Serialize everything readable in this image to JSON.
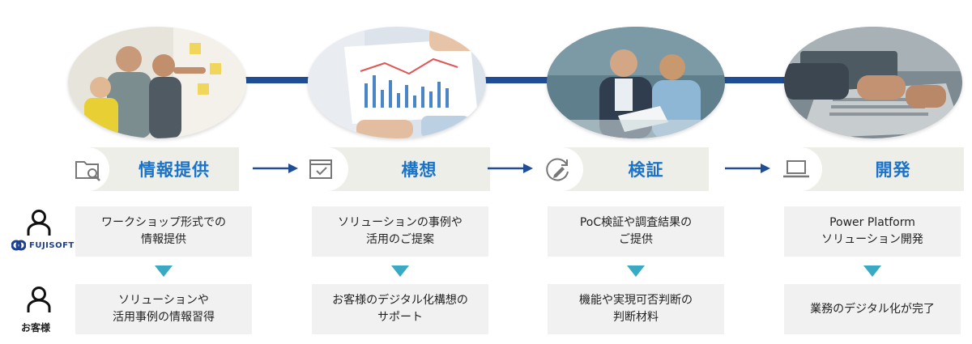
{
  "steps": [
    {
      "title": "情報提供",
      "icon": "folder-search-icon",
      "provider_text": "ワークショップ形式での\n情報提供",
      "customer_text": "ソリューションや\n活用事例の情報習得"
    },
    {
      "title": "構想",
      "icon": "window-check-icon",
      "provider_text": "ソリューションの事例や\n活用のご提案",
      "customer_text": "お客様のデジタル化構想の\nサポート"
    },
    {
      "title": "検証",
      "icon": "refresh-pen-icon",
      "provider_text": "PoC検証や調査結果の\nご提供",
      "customer_text": "機能や実現可否判断の\n判断材料"
    },
    {
      "title": "開発",
      "icon": "laptop-icon",
      "provider_text": "Power Platform\nソリューション開発",
      "customer_text": "業務のデジタル化が完了"
    }
  ],
  "roles": {
    "provider_logo_text": "FUJISOFT",
    "customer_label": "お客様"
  },
  "colors": {
    "accent": "#1a73c8",
    "timeline": "#1f4e96",
    "triangle": "#3aa9c4",
    "label_bar": "#eeeee9",
    "box": "#f1f1f1"
  }
}
